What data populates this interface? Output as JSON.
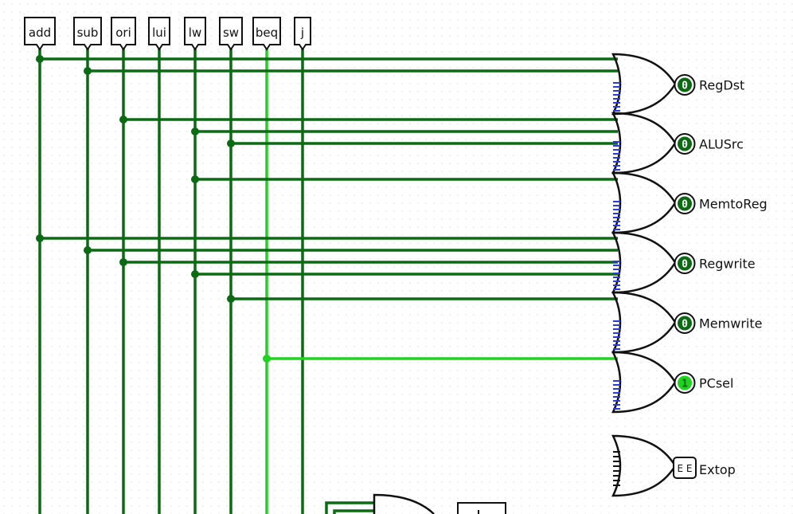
{
  "colors": {
    "wire_low": "#0b6b12",
    "wire_high": "#1fd31f",
    "wire_error": "#d01010",
    "gate_stroke": "#111111",
    "negate_pin": "#2b3bd6",
    "grid_dot": "#c8c8c8",
    "led_low": "#0b6b12",
    "led_high": "#1fd31f"
  },
  "inputs": [
    {
      "label": "add",
      "state": 0
    },
    {
      "label": "sub",
      "state": 0
    },
    {
      "label": "ori",
      "state": 0
    },
    {
      "label": "lui",
      "state": 0
    },
    {
      "label": "lw",
      "state": 0
    },
    {
      "label": "sw",
      "state": 0
    },
    {
      "label": "beq",
      "state": 1
    },
    {
      "label": "j",
      "state": 0
    }
  ],
  "outputs": [
    {
      "label": "RegDst",
      "value": "0",
      "state": 0,
      "sources": [
        "add",
        "sub"
      ]
    },
    {
      "label": "ALUSrc",
      "value": "0",
      "state": 0,
      "sources": [
        "ori",
        "lw",
        "sw"
      ]
    },
    {
      "label": "MemtoReg",
      "value": "0",
      "state": 0,
      "sources": [
        "lw"
      ]
    },
    {
      "label": "Regwrite",
      "value": "0",
      "state": 0,
      "sources": [
        "add",
        "sub",
        "ori",
        "lw"
      ]
    },
    {
      "label": "Memwrite",
      "value": "0",
      "state": 0,
      "sources": [
        "sw"
      ]
    },
    {
      "label": "PCsel",
      "value": "1",
      "state": 1,
      "sources": [
        "beq"
      ]
    }
  ],
  "extop": {
    "label": "Extop",
    "value": "E E"
  },
  "partial": {
    "gate": "and-gate",
    "box": "output-box"
  }
}
